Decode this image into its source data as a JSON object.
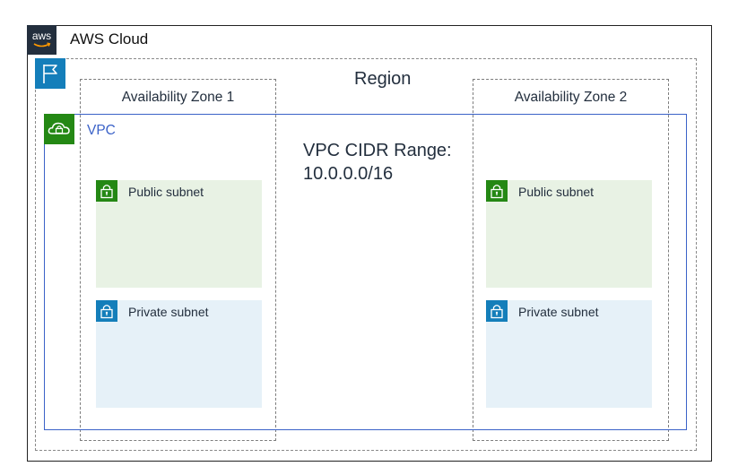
{
  "cloud": {
    "logo_text": "aws",
    "label": "AWS Cloud"
  },
  "region": {
    "label": "Region",
    "icon": "flag-icon"
  },
  "availability_zones": [
    {
      "label": "Availability Zone 1"
    },
    {
      "label": "Availability Zone 2"
    }
  ],
  "vpc": {
    "label": "VPC",
    "icon": "cloud-lock-icon",
    "cidr_line1": "VPC CIDR Range:",
    "cidr_line2": "10.0.0.0/16"
  },
  "subnets": {
    "public_label": "Public subnet",
    "private_label": "Private subnet",
    "icon": "lock-icon"
  },
  "colors": {
    "aws_dark": "#232f3e",
    "vpc_border": "#3b62c8",
    "vpc_icon": "#248814",
    "region_icon": "#147eba",
    "public_subnet_bg": "#e8f2e4",
    "private_subnet_bg": "#e6f1f8"
  }
}
